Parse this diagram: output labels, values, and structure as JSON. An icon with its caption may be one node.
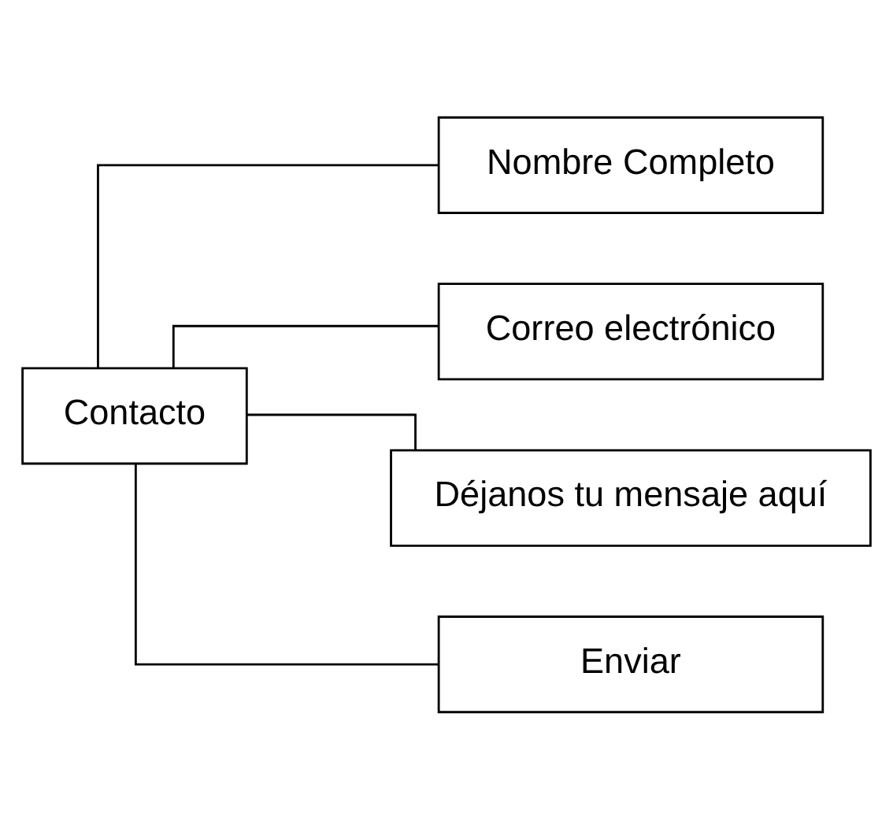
{
  "diagram": {
    "nodes": [
      {
        "text": [
          "Contacto"
        ]
      },
      {
        "text": [
          "Nombre Completo"
        ]
      },
      {
        "text": [
          "Correo electrónico"
        ]
      },
      {
        "text": [
          "Déjanos tu mensaje aquí"
        ]
      },
      {
        "text": [
          "Enviar"
        ]
      }
    ],
    "edges": [
      {
        "from": 0,
        "to": 1,
        "arrow": "none"
      },
      {
        "from": 0,
        "to": 2,
        "arrow": "none"
      },
      {
        "from": 0,
        "to": 3,
        "arrow": "none"
      },
      {
        "from": 0,
        "to": 4,
        "arrow": "none"
      }
    ]
  }
}
